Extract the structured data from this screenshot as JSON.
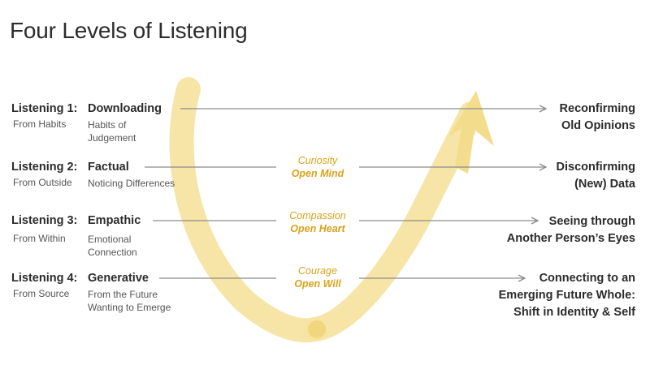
{
  "title": "Four Levels of Listening",
  "colors": {
    "u_shape": "#f6e4a2",
    "arrow_line": "#8c8c8c",
    "accent_text": "#d9a21a",
    "text": "#2b2b2b"
  },
  "levels": [
    {
      "level": "Listening 1:",
      "source": "From Habits",
      "type": "Downloading",
      "type_sub": [
        "Habits of",
        "Judgement"
      ],
      "result": [
        "Reconfirming",
        "Old Opinions"
      ]
    },
    {
      "level": "Listening 2:",
      "source": "From Outside",
      "type": "Factual",
      "type_sub": [
        "Noticing Differences"
      ],
      "result": [
        "Disconfirming",
        "(New) Data"
      ]
    },
    {
      "level": "Listening 3:",
      "source": "From Within",
      "type": "Empathic",
      "type_sub": [
        "Emotional",
        "Connection"
      ],
      "result": [
        "Seeing through",
        "Another Person’s Eyes"
      ]
    },
    {
      "level": "Listening 4:",
      "source": "From Source",
      "type": "Generative",
      "type_sub": [
        "From the Future",
        "Wanting to Emerge"
      ],
      "result": [
        "Connecting to an",
        "Emerging Future Whole:",
        "Shift in Identity & Self"
      ]
    }
  ],
  "openings": [
    {
      "quality": "Curiosity",
      "openness": "Open Mind"
    },
    {
      "quality": "Compassion",
      "openness": "Open Heart"
    },
    {
      "quality": "Courage",
      "openness": "Open Will"
    }
  ]
}
